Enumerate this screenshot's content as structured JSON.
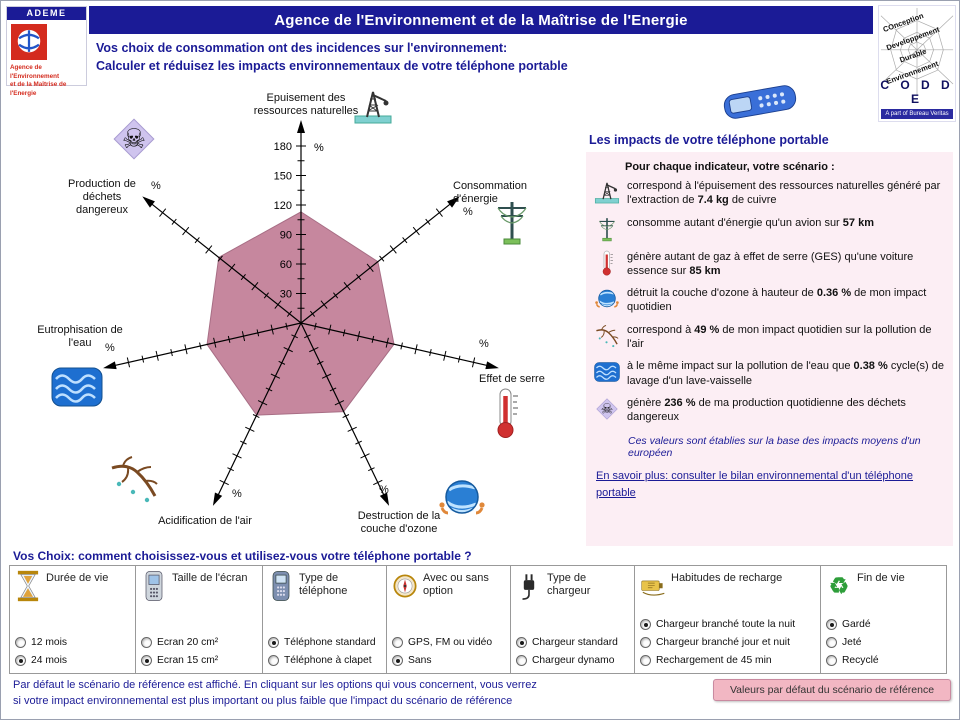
{
  "header": {
    "title": "Agence de l'Environnement et de la Maîtrise de l'Energie",
    "ademe": {
      "name": "ADEME",
      "tagline1": "Agence de l'Environnement",
      "tagline2": "et de la Maîtrise de l'Energie"
    },
    "codde": {
      "words": [
        "COnception",
        "Developpement",
        "Durable",
        "Environnement"
      ],
      "acronym": "C O D D E",
      "subtitle": "A part of Bureau Veritas"
    }
  },
  "intro": {
    "line1": "Vos choix de consommation ont des incidences sur l'environnement:",
    "line2": "Calculer et réduisez les impacts environnementaux de votre téléphone portable"
  },
  "chart_data": {
    "type": "radar",
    "unit": "%",
    "ticks": [
      30,
      60,
      90,
      120,
      150,
      180
    ],
    "max": 180,
    "fill_color": "#c6879e",
    "axes": [
      {
        "label": "Epuisement des ressources naturelles",
        "icon": "derrick-icon",
        "value": 113
      },
      {
        "label": "Consommation d'énergie",
        "icon": "powerline-icon",
        "value": 100
      },
      {
        "label": "Effet de serre",
        "icon": "thermometer-icon",
        "value": 97
      },
      {
        "label": "Destruction de la couche d'ozone",
        "icon": "globe-icon",
        "value": 100
      },
      {
        "label": "Acidification de l'air",
        "icon": "branch-icon",
        "value": 104
      },
      {
        "label": "Eutrophisation de l'eau",
        "icon": "water-icon",
        "value": 98
      },
      {
        "label": "Production de déchets dangereux",
        "icon": "skull-icon",
        "value": 107
      }
    ]
  },
  "impacts": {
    "title": "Les impacts de votre téléphone portable",
    "intro": "Pour chaque indicateur, votre scénario :",
    "items": [
      {
        "icon": "derrick-icon",
        "text": "correspond à l'épuisement des ressources naturelles généré par l'extraction de **7.4 kg** de cuivre"
      },
      {
        "icon": "powerline-icon",
        "text": "consomme autant d'énergie qu'un avion sur **57 km**"
      },
      {
        "icon": "thermometer-icon",
        "text": "génère autant de gaz à effet de serre (GES) qu'une voiture essence sur **85 km**"
      },
      {
        "icon": "globe-icon",
        "text": "détruit la couche d'ozone à hauteur de **0.36 %** de mon impact quotidien"
      },
      {
        "icon": "branch-icon",
        "text": "correspond à **49 %** de mon impact quotidien sur la pollution de l'air"
      },
      {
        "icon": "water-icon",
        "text": "à le même impact sur la pollution de l'eau que **0.38 %** cycle(s) de lavage d'un lave-vaisselle"
      },
      {
        "icon": "skull-icon",
        "text": "génère **236 %** de ma production quotidienne des déchets dangereux"
      }
    ],
    "note": "Ces valeurs sont établies sur la base des impacts moyens d'un européen",
    "link": "En savoir plus: consulter le bilan environnemental d'un téléphone portable"
  },
  "choices": {
    "title": "Vos Choix: comment choisissez-vous et utilisez-vous votre téléphone portable ?",
    "groups": [
      {
        "icon": "hourglass-icon",
        "label": "Durée de vie",
        "options": [
          {
            "label": "12 mois",
            "selected": false
          },
          {
            "label": "24 mois",
            "selected": true
          }
        ]
      },
      {
        "icon": "phone-screen-icon",
        "label": "Taille de l'écran",
        "options": [
          {
            "label": "Ecran 20 cm²",
            "selected": false
          },
          {
            "label": "Ecran 15 cm²",
            "selected": true
          }
        ]
      },
      {
        "icon": "phone-icon",
        "label": "Type de téléphone",
        "options": [
          {
            "label": "Téléphone standard",
            "selected": true
          },
          {
            "label": "Téléphone à clapet",
            "selected": false
          }
        ]
      },
      {
        "icon": "compass-icon",
        "label": "Avec ou sans option",
        "options": [
          {
            "label": "GPS, FM ou vidéo",
            "selected": false
          },
          {
            "label": "Sans",
            "selected": true
          }
        ]
      },
      {
        "icon": "charger-icon",
        "label": "Type de chargeur",
        "options": [
          {
            "label": "Chargeur standard",
            "selected": true
          },
          {
            "label": "Chargeur dynamo",
            "selected": false
          }
        ]
      },
      {
        "icon": "battery-icon",
        "label": "Habitudes de recharge",
        "options": [
          {
            "label": "Chargeur branché toute la nuit",
            "selected": true
          },
          {
            "label": "Chargeur branché jour et nuit",
            "selected": false
          },
          {
            "label": "Rechargement de 45 min",
            "selected": false
          }
        ]
      },
      {
        "icon": "recycle-icon",
        "label": "Fin de vie",
        "options": [
          {
            "label": "Gardé",
            "selected": true
          },
          {
            "label": "Jeté",
            "selected": false
          },
          {
            "label": "Recyclé",
            "selected": false
          }
        ]
      }
    ]
  },
  "footer": {
    "line1": "Par défaut le scénario de référence est affiché. En cliquant sur les options qui vous concernent, vous verrez",
    "line2": "si votre impact environnemental est plus important ou plus faible que l'impact du scénario de référence",
    "button": "Valeurs par défaut du scénario de référence"
  },
  "colors": {
    "header_bg": "#1b1b96",
    "accent_blue": "#1b1b96",
    "panel_pink": "#fceef4",
    "radar_fill": "#c6879e",
    "button_pink": "#f2b7c3"
  }
}
